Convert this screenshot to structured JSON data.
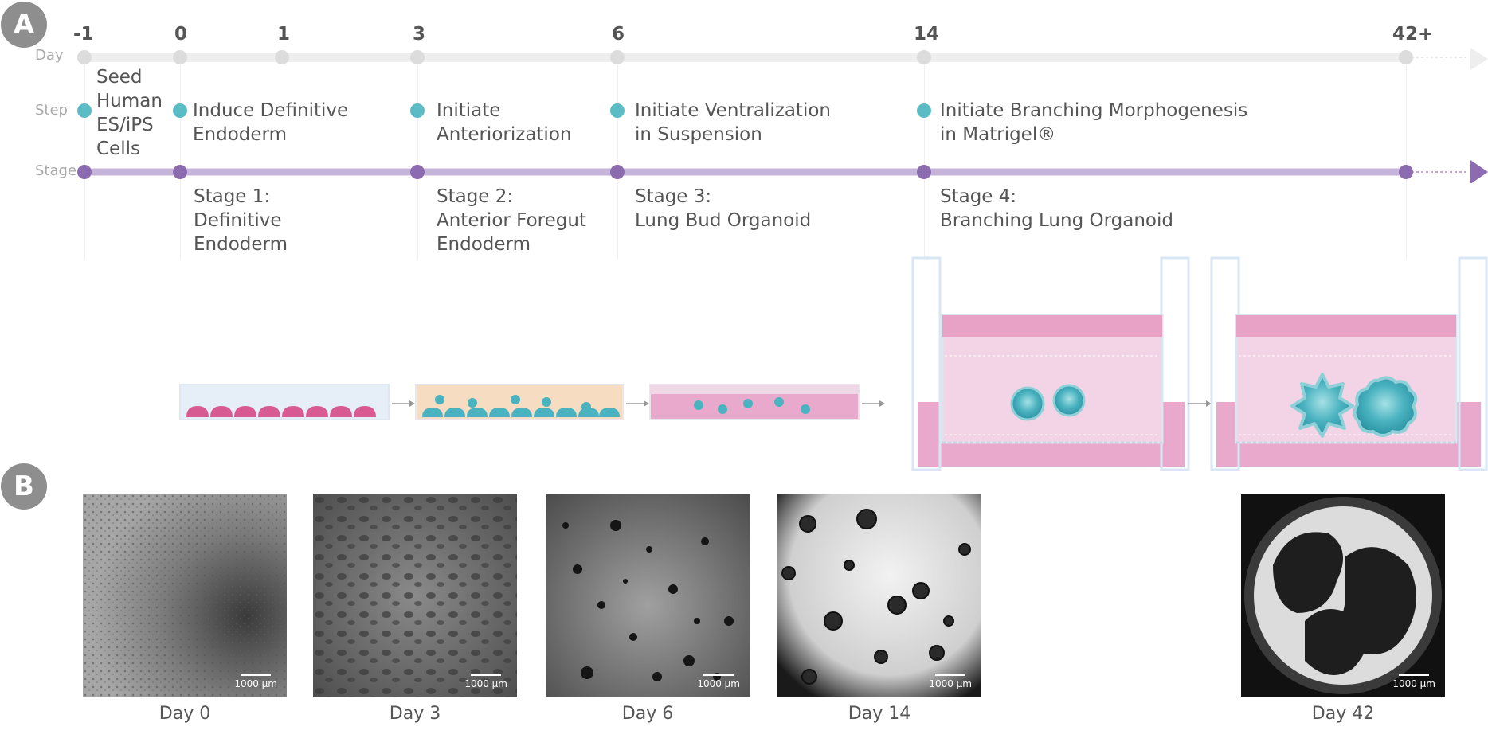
{
  "panels": {
    "a": "A",
    "b": "B"
  },
  "rows": {
    "day": "Day",
    "step": "Step",
    "stage": "Stage"
  },
  "days": [
    "-1",
    "0",
    "1",
    "3",
    "6",
    "14",
    "42+"
  ],
  "steps": {
    "s0": [
      "Seed",
      "Human",
      "ES/iPS",
      "Cells"
    ],
    "s1": [
      "Induce Definitive",
      "Endoderm"
    ],
    "s2": [
      "Initiate",
      "Anteriorization"
    ],
    "s3": [
      "Initiate Ventralization",
      "in Suspension"
    ],
    "s4": [
      "Initiate Branching Morphogenesis",
      "in Matrigel®"
    ]
  },
  "stages": {
    "st1": [
      "Stage 1:",
      "Definitive",
      "Endoderm"
    ],
    "st2": [
      "Stage 2:",
      "Anterior Foregut",
      "Endoderm"
    ],
    "st3": [
      "Stage 3:",
      "Lung Bud Organoid"
    ],
    "st4": [
      "Stage 4:",
      "Branching Lung Organoid"
    ]
  },
  "images": [
    {
      "caption": "Day 0",
      "scale": "1000 µm"
    },
    {
      "caption": "Day 3",
      "scale": "1000 µm"
    },
    {
      "caption": "Day 6",
      "scale": "1000 µm"
    },
    {
      "caption": "Day 14",
      "scale": "1000 µm"
    },
    {
      "caption": "Day 42",
      "scale": "1000 µm"
    }
  ],
  "colors": {
    "step_dot": "#5bbcc6",
    "stage": "#8c6bb1",
    "stage_line": "#c7b4dc",
    "day_line": "#eeeeee",
    "pink_cell": "#d85a93",
    "teal_cell": "#4bb3c0"
  }
}
